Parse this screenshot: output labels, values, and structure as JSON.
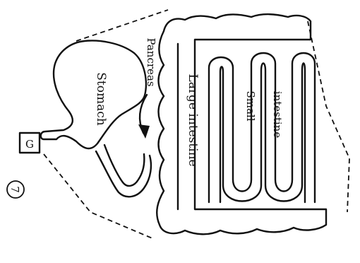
{
  "diagram": {
    "number": "7",
    "gland_label": "G",
    "labels": {
      "stomach": "Stomach",
      "pancreas": "Pancreas",
      "large_intestine": "Large intestine",
      "small": "Small",
      "intestine": "intestine"
    }
  }
}
